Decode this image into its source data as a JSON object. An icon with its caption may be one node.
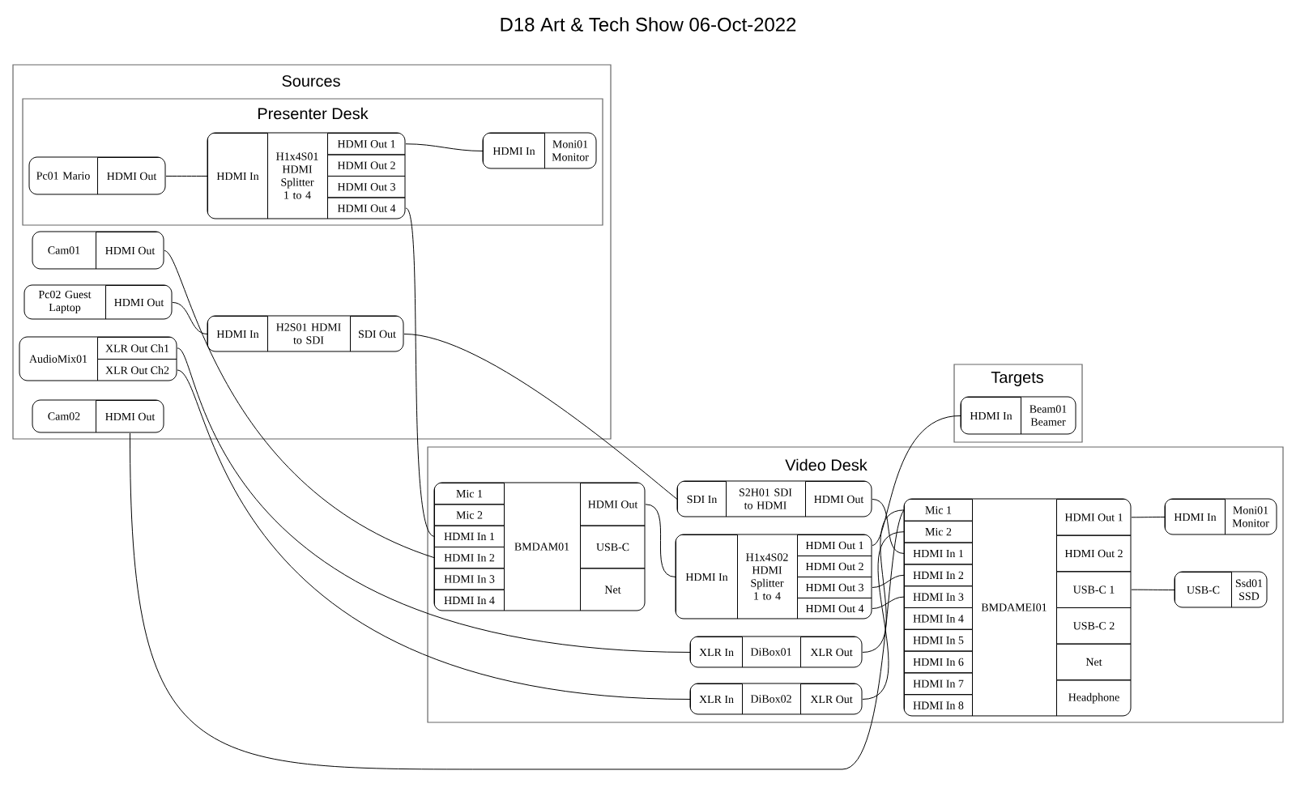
{
  "diagram": {
    "title": "D18 Art & Tech Show 06-Oct-2022",
    "nodes": [
      {
        "text": [
          "Sources"
        ]
      },
      {
        "text": [
          "Presenter Desk"
        ],
        "in": 0
      },
      {
        "text": [
          "Pc01 Mario"
        ],
        "in": 1
      },
      {
        "text": [
          "HDMI Out"
        ],
        "in": 2
      },
      {
        "text": [
          "H1x4S01 HDMI Splitter 1 to 4"
        ],
        "in": 1
      },
      {
        "text": [
          "HDMI In"
        ],
        "in": 4
      },
      {
        "text": [
          "HDMI Out 1"
        ],
        "in": 4
      },
      {
        "text": [
          "HDMI Out 2"
        ],
        "in": 4
      },
      {
        "text": [
          "HDMI Out 3"
        ],
        "in": 4
      },
      {
        "text": [
          "HDMI Out 4"
        ],
        "in": 4
      },
      {
        "text": [
          "Moni01 Monitor"
        ],
        "in": 1
      },
      {
        "text": [
          "HDMI In"
        ],
        "in": 10
      },
      {
        "text": [
          "Cam01"
        ],
        "in": 0
      },
      {
        "text": [
          "HDMI Out"
        ],
        "in": 12
      },
      {
        "text": [
          "Pc02 Guest Laptop"
        ],
        "in": 0
      },
      {
        "text": [
          "HDMI Out"
        ],
        "in": 14
      },
      {
        "text": [
          "H2S01 HDMI to SDI"
        ],
        "in": 0
      },
      {
        "text": [
          "HDMI In"
        ],
        "in": 16
      },
      {
        "text": [
          "SDI Out"
        ],
        "in": 16
      },
      {
        "text": [
          "AudioMix01"
        ],
        "in": 0
      },
      {
        "text": [
          "XLR Out Ch1"
        ],
        "in": 19
      },
      {
        "text": [
          "XLR Out Ch2"
        ],
        "in": 19
      },
      {
        "text": [
          "Cam02"
        ],
        "in": 0
      },
      {
        "text": [
          "HDMI Out"
        ],
        "in": 22
      },
      {
        "text": [
          "Targets"
        ]
      },
      {
        "text": [
          "Beam01 Beamer"
        ],
        "in": 24
      },
      {
        "text": [
          "HDMI In"
        ],
        "in": 25
      },
      {
        "text": [
          "Video Desk"
        ]
      },
      {
        "text": [
          "BMDAM01"
        ],
        "in": 27
      },
      {
        "text": [
          "Mic 1"
        ],
        "in": 28
      },
      {
        "text": [
          "Mic 2"
        ],
        "in": 28
      },
      {
        "text": [
          "HDMI In 1"
        ],
        "in": 28
      },
      {
        "text": [
          "HDMI In 2"
        ],
        "in": 28
      },
      {
        "text": [
          "HDMI In 3"
        ],
        "in": 28
      },
      {
        "text": [
          "HDMI In 4"
        ],
        "in": 28
      },
      {
        "text": [
          "HDMI Out"
        ],
        "in": 28
      },
      {
        "text": [
          "USB-C"
        ],
        "in": 28
      },
      {
        "text": [
          "Net"
        ],
        "in": 28
      },
      {
        "text": [
          "S2H01 SDI to HDMI"
        ],
        "in": 27
      },
      {
        "text": [
          "SDI In"
        ],
        "in": 38
      },
      {
        "text": [
          "HDMI Out"
        ],
        "in": 38
      },
      {
        "text": [
          "H1x4S02 HDMI Splitter 1 to 4"
        ],
        "in": 27
      },
      {
        "text": [
          "HDMI In"
        ],
        "in": 41
      },
      {
        "text": [
          "HDMI Out 1"
        ],
        "in": 41
      },
      {
        "text": [
          "HDMI Out 2"
        ],
        "in": 41
      },
      {
        "text": [
          "HDMI Out 3"
        ],
        "in": 41
      },
      {
        "text": [
          "HDMI Out 4"
        ],
        "in": 41
      },
      {
        "text": [
          "DiBox01"
        ],
        "in": 27
      },
      {
        "text": [
          "XLR In"
        ],
        "in": 47
      },
      {
        "text": [
          "XLR Out"
        ],
        "in": 47
      },
      {
        "text": [
          "DiBox02"
        ],
        "in": 27
      },
      {
        "text": [
          "XLR In"
        ],
        "in": 50
      },
      {
        "text": [
          "XLR Out"
        ],
        "in": 50
      },
      {
        "text": [
          "BMDAMEI01"
        ],
        "in": 27
      },
      {
        "text": [
          "Mic 1"
        ],
        "in": 53
      },
      {
        "text": [
          "Mic 2"
        ],
        "in": 53
      },
      {
        "text": [
          "HDMI In 1"
        ],
        "in": 53
      },
      {
        "text": [
          "HDMI In 2"
        ],
        "in": 53
      },
      {
        "text": [
          "HDMI In 3"
        ],
        "in": 53
      },
      {
        "text": [
          "HDMI In 4"
        ],
        "in": 53
      },
      {
        "text": [
          "HDMI In 5"
        ],
        "in": 53
      },
      {
        "text": [
          "HDMI In 6"
        ],
        "in": 53
      },
      {
        "text": [
          "HDMI In 7"
        ],
        "in": 53
      },
      {
        "text": [
          "HDMI In 8"
        ],
        "in": 53
      },
      {
        "text": [
          "HDMI Out 1"
        ],
        "in": 53
      },
      {
        "text": [
          "HDMI Out 2"
        ],
        "in": 53
      },
      {
        "text": [
          "USB-C 1"
        ],
        "in": 53
      },
      {
        "text": [
          "USB-C 2"
        ],
        "in": 53
      },
      {
        "text": [
          "Net"
        ],
        "in": 53
      },
      {
        "text": [
          "Headphone"
        ],
        "in": 53
      },
      {
        "text": [
          "Moni01 Monitor"
        ],
        "in": 27
      },
      {
        "text": [
          "HDMI In"
        ],
        "in": 70
      },
      {
        "text": [
          "Ssd01 SSD"
        ],
        "in": 27
      },
      {
        "text": [
          "USB-C"
        ],
        "in": 72
      }
    ],
    "edges": [
      {
        "from": 3,
        "to": 5,
        "arrow": "none"
      },
      {
        "from": 6,
        "to": 11,
        "arrow": "none"
      },
      {
        "from": 9,
        "to": 31,
        "arrow": "none"
      },
      {
        "from": 13,
        "to": 32,
        "arrow": "none"
      },
      {
        "from": 15,
        "to": 17,
        "arrow": "none"
      },
      {
        "from": 18,
        "to": 39,
        "arrow": "none"
      },
      {
        "from": 20,
        "to": 48,
        "arrow": "none"
      },
      {
        "from": 21,
        "to": 51,
        "arrow": "none"
      },
      {
        "from": 23,
        "to": 54,
        "arrow": "none"
      },
      {
        "from": 35,
        "to": 42,
        "arrow": "none"
      },
      {
        "from": 40,
        "to": 56,
        "arrow": "none"
      },
      {
        "from": 43,
        "to": 26,
        "arrow": "none"
      },
      {
        "from": 45,
        "to": 57,
        "arrow": "none"
      },
      {
        "from": 46,
        "to": 58,
        "arrow": "none"
      },
      {
        "from": 49,
        "to": 54,
        "arrow": "none"
      },
      {
        "from": 52,
        "to": 55,
        "arrow": "none"
      },
      {
        "from": 64,
        "to": 71,
        "arrow": "none"
      },
      {
        "from": 66,
        "to": 73,
        "arrow": "none"
      }
    ]
  }
}
